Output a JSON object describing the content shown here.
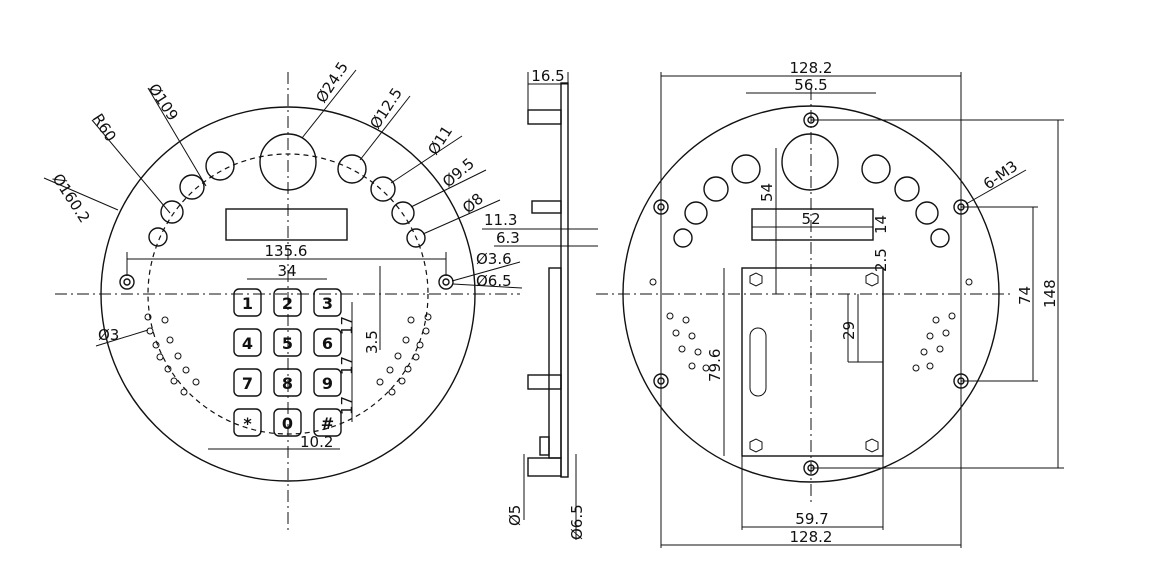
{
  "front_view": {
    "dims": {
      "outer_dia": "Ø160.2",
      "radius": "R60",
      "circle_109": "Ø109",
      "hole_24_5": "Ø24.5",
      "hole_12_5": "Ø12.5",
      "hole_11": "Ø11",
      "hole_9_5": "Ø9.5",
      "hole_8": "Ø8",
      "hole_3_6": "Ø3.6",
      "hole_6_5": "Ø6.5",
      "hole_3": "Ø3",
      "width_135_6": "135.6",
      "width_34": "34",
      "pitch_3_5": "3.5",
      "pitch_17a": "17",
      "pitch_17b": "17",
      "pitch_17c": "17",
      "key_10_2": "10.2"
    },
    "keys": [
      "1",
      "2",
      "3",
      "4",
      "5",
      "6",
      "7",
      "8",
      "9",
      "*",
      "0",
      "#"
    ]
  },
  "side_view": {
    "dims": {
      "thickness": "16.5",
      "d_11_3": "11.3",
      "d_6_3": "6.3",
      "dia_5": "Ø5",
      "dia_6_5": "Ø6.5"
    }
  },
  "back_view": {
    "dims": {
      "width_top": "128.2",
      "width_bottom": "128.2",
      "hole_span": "56.5",
      "h_54": "54",
      "slot_52": "52",
      "slot_14": "14",
      "d_2_5": "2.5",
      "d_29": "29",
      "d_79_6": "79.6",
      "box_59_7": "59.7",
      "h_74": "74",
      "h_148": "148",
      "screw": "6-M3"
    }
  }
}
